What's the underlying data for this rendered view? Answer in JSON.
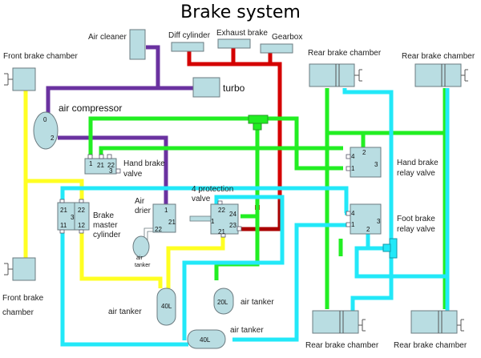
{
  "title": "Brake system",
  "colors": {
    "component_fill": "#b9dde2",
    "air_intake_line": "#6a32a0",
    "auxiliary_line": "#d40000",
    "hand_brake_line": "#22ee22",
    "front_circuit_line": "#ffff22",
    "rear_circuit_line": "#22e8f8"
  },
  "components": {
    "air_cleaner": "Air cleaner",
    "diff_cylinder": "Diff cylinder",
    "exhaust_brake": "Exhaust brake",
    "gearbox": "Gearbox",
    "turbo": "turbo",
    "air_compressor": "air compressor",
    "front_brake_chamber_top": "Front brake chamber",
    "front_brake_chamber_bottom_l1": "Front brake",
    "front_brake_chamber_bottom_l2": "chamber",
    "rear_brake_chamber_tl": "Rear brake chamber",
    "rear_brake_chamber_tr": "Rear brake chamber",
    "rear_brake_chamber_bl": "Rear brake chamber",
    "rear_brake_chamber_br": "Rear brake chamber",
    "hand_brake_valve_l1": "Hand brake",
    "hand_brake_valve_l2": "valve",
    "brake_master_l1": "Brake",
    "brake_master_l2": "master",
    "brake_master_l3": "cylinder",
    "air_drier_l1": "Air",
    "air_drier_l2": "drier",
    "protection_valve_l1": "4 protection",
    "protection_valve_l2": "valve",
    "small_tanker_l1": "air",
    "small_tanker_l2": "tanker",
    "air_tanker_left": "air tanker",
    "air_tanker_mid": "air tanker",
    "air_tanker_bottom": "air tanker",
    "hand_relay_l1": "Hand brake",
    "hand_relay_l2": "relay valve",
    "foot_relay_l1": "Foot brake",
    "foot_relay_l2": "relay valve",
    "tank_40l_a": "40L",
    "tank_20l": "20L",
    "tank_40l_b": "40L"
  },
  "ports": {
    "compressor_in": "0",
    "compressor_out": "2",
    "hand_valve_1": "1",
    "hand_valve_21": "21",
    "hand_valve_22": "22",
    "hand_valve_3": "3",
    "master_21": "21",
    "master_22": "22",
    "master_3": "3",
    "master_11": "11",
    "master_12": "12",
    "drier_1": "1",
    "drier_21": "21",
    "drier_22": "22",
    "prot_22": "22",
    "prot_24": "24",
    "prot_23": "23",
    "prot_1": "1",
    "prot_21": "21",
    "hrelay_2": "2",
    "hrelay_4": "4",
    "hrelay_1": "1",
    "hrelay_3": "3",
    "frelay_4": "4",
    "frelay_1": "1",
    "frelay_3": "3",
    "frelay_2": "2"
  }
}
